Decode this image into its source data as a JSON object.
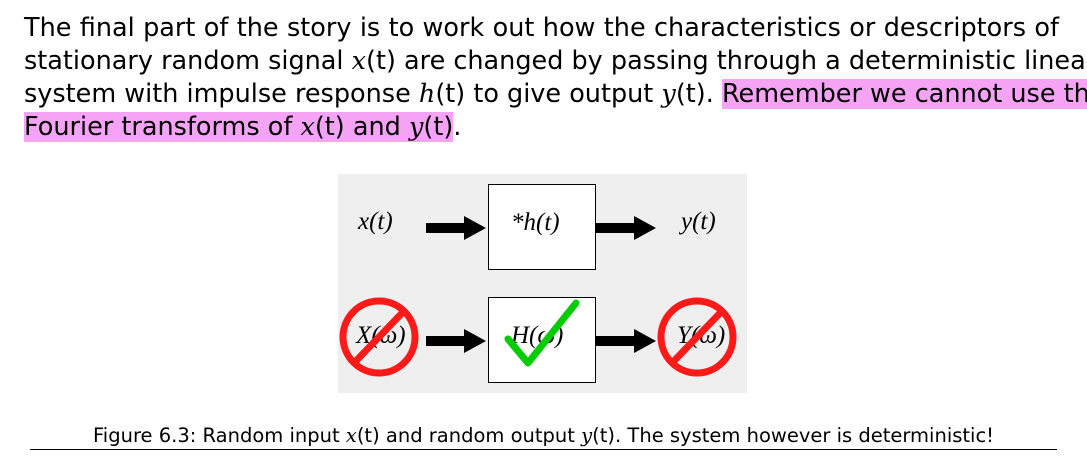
{
  "paragraph": {
    "line1": "The final part of the story is to work out how the characteristics or descriptors of",
    "line2_a": "stationary random signal",
    "line2_x": "x",
    "line2_b": "are changed by passing through a deterministic linear",
    "line3_a": "system with impulse response",
    "line3_h": "h",
    "line3_b": "to give output",
    "line3_y": "y",
    "line3_c": ".",
    "highlight_a": "Remember we cannot use the",
    "highlight_b": "Fourier transforms of",
    "highlight_x": "x",
    "highlight_and": "and",
    "highlight_y": "y",
    "end_period": ".",
    "t": "(t)"
  },
  "diagram": {
    "row1_input": "x(t)",
    "row1_system": "*h(t)",
    "row1_output": "y(t)",
    "row2_input": "X(ω)",
    "row2_system": "H(ω)",
    "row2_output": "Y(ω)",
    "prohibited_color": "#ff1a1a",
    "check_color": "#00cc00"
  },
  "caption": {
    "prefix": "Figure 6.3: Random input",
    "x": "x",
    "middle": "and random output",
    "y": "y",
    "suffix": ". The system however is deterministic!",
    "t": "(t)"
  }
}
